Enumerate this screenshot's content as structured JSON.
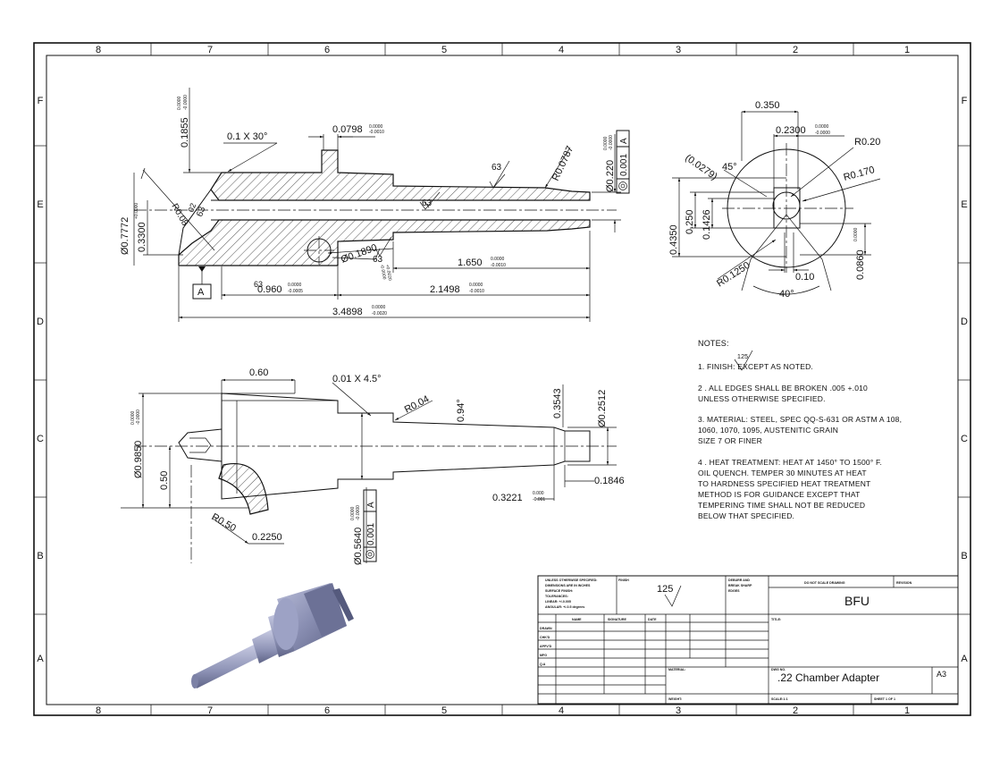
{
  "border": {
    "col_labels_top": [
      "8",
      "7",
      "6",
      "5",
      "4",
      "3",
      "2",
      "1"
    ],
    "col_labels_bottom": [
      "8",
      "7",
      "6",
      "5",
      "4",
      "3",
      "2",
      "1"
    ],
    "row_labels_left": [
      "F",
      "E",
      "D",
      "C",
      "B",
      "A"
    ],
    "row_labels_right": [
      "F",
      "E",
      "D",
      "C",
      "B",
      "A"
    ]
  },
  "section_view": {
    "datum_label": "A",
    "dims": {
      "d1855": "0.1855",
      "d1855_tol": [
        "0.0000",
        "-0.0000"
      ],
      "chamfer": "0.1 X 30°",
      "d0798": "0.0798",
      "d0798_tol": [
        "0.0000",
        "-0.0010"
      ],
      "finish_63_a": "63",
      "finish_63_b": "63",
      "finish_63_c": "63",
      "finish_63_d": "63",
      "r0787": "R0.0787",
      "dia0220": "Ø0.220",
      "dia0220_tol": [
        "0.0000",
        "-0.0000"
      ],
      "fcf_val": "0.001",
      "fcf_datum": "A",
      "dia7772": "Ø0.7772",
      "d3300": "0.3300",
      "d3300_tol": [
        "+0.0000",
        "-0.0000"
      ],
      "r08": "R0.08",
      "d1890": "Ø0.1890",
      "d1890_tol": [
        "+0.0020",
        "-0.0000"
      ],
      "d1650": "1.650",
      "d1650_tol": [
        "0.0000",
        "-0.0010"
      ],
      "d0960": "0.960",
      "d0960_tol": [
        "0.0000",
        "-0.0005"
      ],
      "d21498": "2.1498",
      "d21498_tol": [
        "0.0000",
        "-0.0010"
      ],
      "d34898": "3.4898",
      "d34898_tol": [
        "0.0000",
        "-0.0020"
      ],
      "d63_small": "63",
      "d02": "02"
    }
  },
  "end_view": {
    "dims": {
      "d0350": "0.350",
      "d2300": "0.2300",
      "d2300_tol": [
        "0.0000",
        "-0.0000"
      ],
      "r020": "R0.20",
      "d0279": "(0.0279)",
      "a45": "45°",
      "r0170": "R0.170",
      "d4350": "0.4350",
      "d0250": "0.250",
      "d1426": "0.1426",
      "d0860": "0.0860",
      "d0860_tol": [
        "0.0000",
        "-0.0000"
      ],
      "r1250": "R0.1250",
      "d010": "0.10",
      "a40": "40°"
    }
  },
  "side_view": {
    "dims": {
      "d060": "0.60",
      "chamfer": "0.01 X 4.5°",
      "r004": "R0.04",
      "a094": "0.94°",
      "d3543": "0.3543",
      "d2512": "Ø0.2512",
      "d9850": "Ø0.9850",
      "d9850_tol": [
        "0.0000",
        "-0.0000"
      ],
      "d050": "0.50",
      "d3221": "0.3221",
      "d3221_tol": [
        "0.000",
        "-0.001"
      ],
      "d1846": "0.1846",
      "r050": "R0.50",
      "d2250": "0.2250",
      "d5640": "Ø0.5640",
      "d5640_tol": [
        "0.0000",
        "-0.0000"
      ],
      "fcf_val": "0.001",
      "fcf_datum": "A"
    }
  },
  "notes": {
    "title": "NOTES:",
    "finish_value": "125",
    "lines": [
      "1. FINISH:        EXCEPT AS NOTED.",
      "2 . ALL EDGES SHALL BE BROKEN .005 +.010",
      "     UNLESS OTHERWISE SPECIFIED.",
      "3. MATERIAL: STEEL, SPEC QQ-S-631 OR ASTM A 108,",
      "    1060, 1070, 1095, AUSTENITIC GRAIN",
      "    SIZE 7 OR FINER",
      "4 . HEAT TREATMENT: HEAT AT 1450° TO 1500° F.",
      "    OIL QUENCH. TEMPER 30 MINUTES AT HEAT",
      "    TO HARDNESS SPECIFIED HEAT TREATMENT",
      "    METHOD IS FOR GUIDANCE EXCEPT THAT",
      "    TEMPERING TIME SHALL NOT BE REDUCED",
      "    BELOW THAT SPECIFIED."
    ]
  },
  "title_block": {
    "tol_text": [
      "UNLESS OTHERWISE SPECIFIED:",
      "DIMENSIONS ARE IN INCHES",
      "SURFACE FINISH:",
      "TOLERANCES:",
      "  LINEAR: +/-0.005",
      "  ANGULAR: +/-0.5 degrees"
    ],
    "finish_header": "FINISH",
    "finish_value": "125",
    "deburr": [
      "DEBURR AND",
      "BREAK SHARP",
      "EDGES"
    ],
    "dont_scale": "DO NOT SCALE DRAWING",
    "revision_label": "REVISION",
    "company": "BFU",
    "name_header": "NAME",
    "signature_header": "SIGNATURE",
    "date_header": "DATE",
    "title_label": "TITLE:",
    "rows": [
      "DRAWN",
      "CHK'D",
      "APPV'D",
      "MFG",
      "Q.A"
    ],
    "material_label": "MATERIAL:",
    "dwg_no_label": "DWG NO.",
    "part_name": ".22 Chamber Adapter",
    "size": "A3",
    "weight_label": "WEIGHT:",
    "scale_label": "SCALE:1:1",
    "sheet_label": "SHEET 1 OF 1"
  }
}
